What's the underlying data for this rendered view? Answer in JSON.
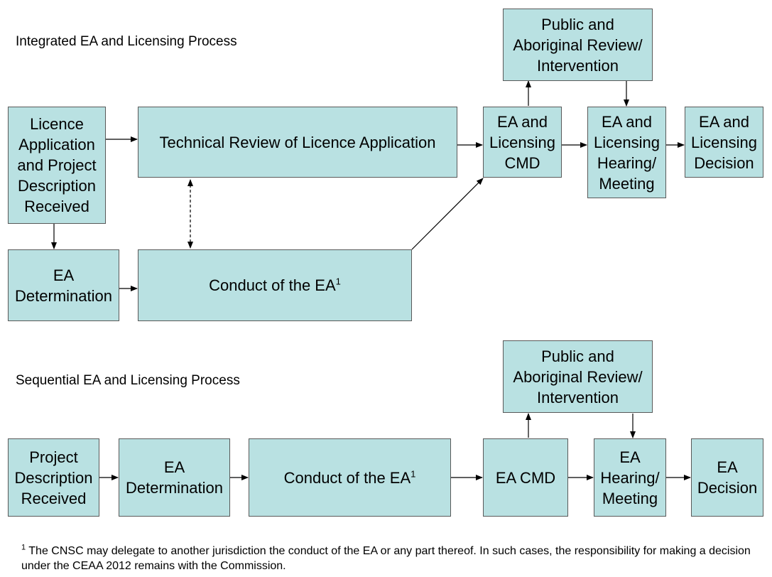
{
  "integrated": {
    "title": "Integrated EA and Licensing Process",
    "licence_app": "Licence\nApplication\nand Project\nDescription\nReceived",
    "tech_review": "Technical Review of Licence Application",
    "ea_determination": "EA\nDetermination",
    "conduct_ea": "Conduct of the EA",
    "conduct_ea_note": "1",
    "public_review": "Public and\nAboriginal Review/\nIntervention",
    "cmd": "EA and\nLicensing\nCMD",
    "hearing": "EA and\nLicensing\nHearing/\nMeeting",
    "decision": "EA and\nLicensing\nDecision"
  },
  "sequential": {
    "title": "Sequential EA and Licensing Process",
    "project_desc": "Project\nDescription\nReceived",
    "ea_determination": "EA\nDetermination",
    "conduct_ea": "Conduct of the EA",
    "conduct_ea_note": "1",
    "public_review": "Public and\nAboriginal Review/\nIntervention",
    "cmd": "EA CMD",
    "hearing": "EA\nHearing/\nMeeting",
    "decision": "EA\nDecision"
  },
  "footnote": {
    "marker": "1",
    "text": " The CNSC may delegate to another jurisdiction the conduct of the EA or any part thereof. In such cases, the responsibility for making a decision under the CEAA 2012 remains with the Commission."
  }
}
